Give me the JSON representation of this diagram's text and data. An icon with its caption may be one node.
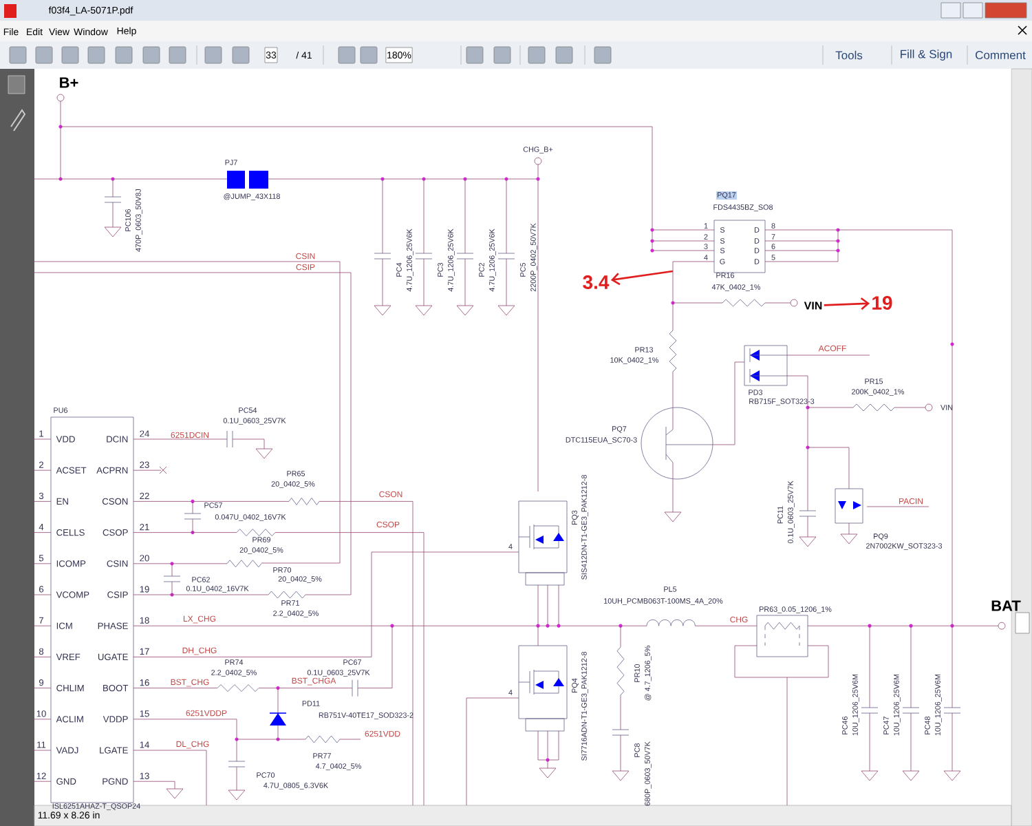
{
  "diagram": {
    "nodes": [
      {
        "text": [
          "3.4"
        ]
      },
      {
        "text": [
          "VIN"
        ]
      },
      {
        "text": [
          "19"
        ]
      }
    ],
    "edges": [
      {
        "from": null,
        "to": 0,
        "arrow": "to"
      },
      {
        "from": 1,
        "to": 2,
        "arrow": "to"
      }
    ],
    "labels": [
      "f03f4_LA-5071P.pdf",
      "File",
      "Edit",
      "View",
      "Window",
      "Help",
      "33",
      "/ 41",
      "180%",
      "Tools",
      "Fill & Sign",
      "Comment",
      "B+",
      "PJ7",
      "@JUMP_43X118",
      "PC106",
      "470P_0603_50V8J",
      "PC4",
      "4.7U_1206_25V6K",
      "PC3",
      "4.7U_1206_25V6K",
      "PC2",
      "4.7U_1206_25V6K",
      "PC5",
      "2200P_0402_50V7K",
      "CHG_B+",
      "CSIN",
      "CSIP",
      "PQ17",
      "FDS4435BZ_SO8",
      "S",
      "S",
      "S",
      "G",
      "D",
      "D",
      "D",
      "D",
      "1",
      "2",
      "3",
      "4",
      "8",
      "7",
      "6",
      "5",
      "PR16",
      "47K_0402_1%",
      "PR13",
      "10K_0402_1%",
      "PQ7",
      "DTC115EUA_SC70-3",
      "ACOFF",
      "PD3",
      "RB715F_SOT323-3",
      "PR15",
      "200K_0402_1%",
      "VIN",
      "PC11",
      "0.1U_0603_25V7K",
      "PACIN",
      "PQ9",
      "2N7002KW_SOT323-3",
      "PU6",
      "1",
      "VDD",
      "DCIN",
      "24",
      "2",
      "ACSET",
      "ACPRN",
      "23",
      "3",
      "EN",
      "CSON",
      "22",
      "4",
      "CELLS",
      "CSOP",
      "21",
      "5",
      "ICOMP",
      "CSIN",
      "20",
      "6",
      "VCOMP",
      "CSIP",
      "19",
      "7",
      "ICM",
      "PHASE",
      "18",
      "8",
      "VREF",
      "UGATE",
      "17",
      "9",
      "CHLIM",
      "BOOT",
      "16",
      "10",
      "ACLIM",
      "VDDP",
      "15",
      "11",
      "VADJ",
      "LGATE",
      "14",
      "12",
      "GND",
      "PGND",
      "13",
      "ISL6251AHAZ-T_QSOP24",
      "6251DCIN",
      "PC54",
      "0.1U_0603_25V7K",
      "PR65",
      "20_0402_5%",
      "CSON",
      "PC57",
      "0.047U_0402_16V7K",
      "CSOP",
      "PR69",
      "20_0402_5%",
      "PR70",
      "PC62",
      "20_0402_5%",
      "0.1U_0402_16V7K",
      "PR71",
      "2.2_0402_5%",
      "LX_CHG",
      "DH_CHG",
      "BST_CHG",
      "PR74",
      "2.2_0402_5%",
      "BST_CHGA",
      "PC67",
      "0.1U_0603_25V7K",
      "PD11",
      "RB751V-40TE17_SOD323-2",
      "6251VDDP",
      "6251VDD",
      "PR77",
      "4.7_0402_5%",
      "DL_CHG",
      "PC70",
      "4.7U_0805_6.3V6K",
      "PQ3",
      "SIS412DN-T1-GE3_PAK1212-8",
      "PQ4",
      "SI7716ADN-T1-GE3_PAK1212-8",
      "PL5",
      "10UH_PCMB063T-100MS_4A_20%",
      "PR10",
      "@ 4.7_1206_5%",
      "PC8",
      "680P_0603_50V7K",
      "PR63_0.05_1206_1%",
      "CHG",
      "BAT",
      "PC46",
      "10U_1206_25V6M",
      "PC47",
      "10U_1206_25V6M",
      "PC48",
      "10U_1206_25V6M",
      "11.69 x 8.26 in",
      "4",
      "4"
    ]
  }
}
